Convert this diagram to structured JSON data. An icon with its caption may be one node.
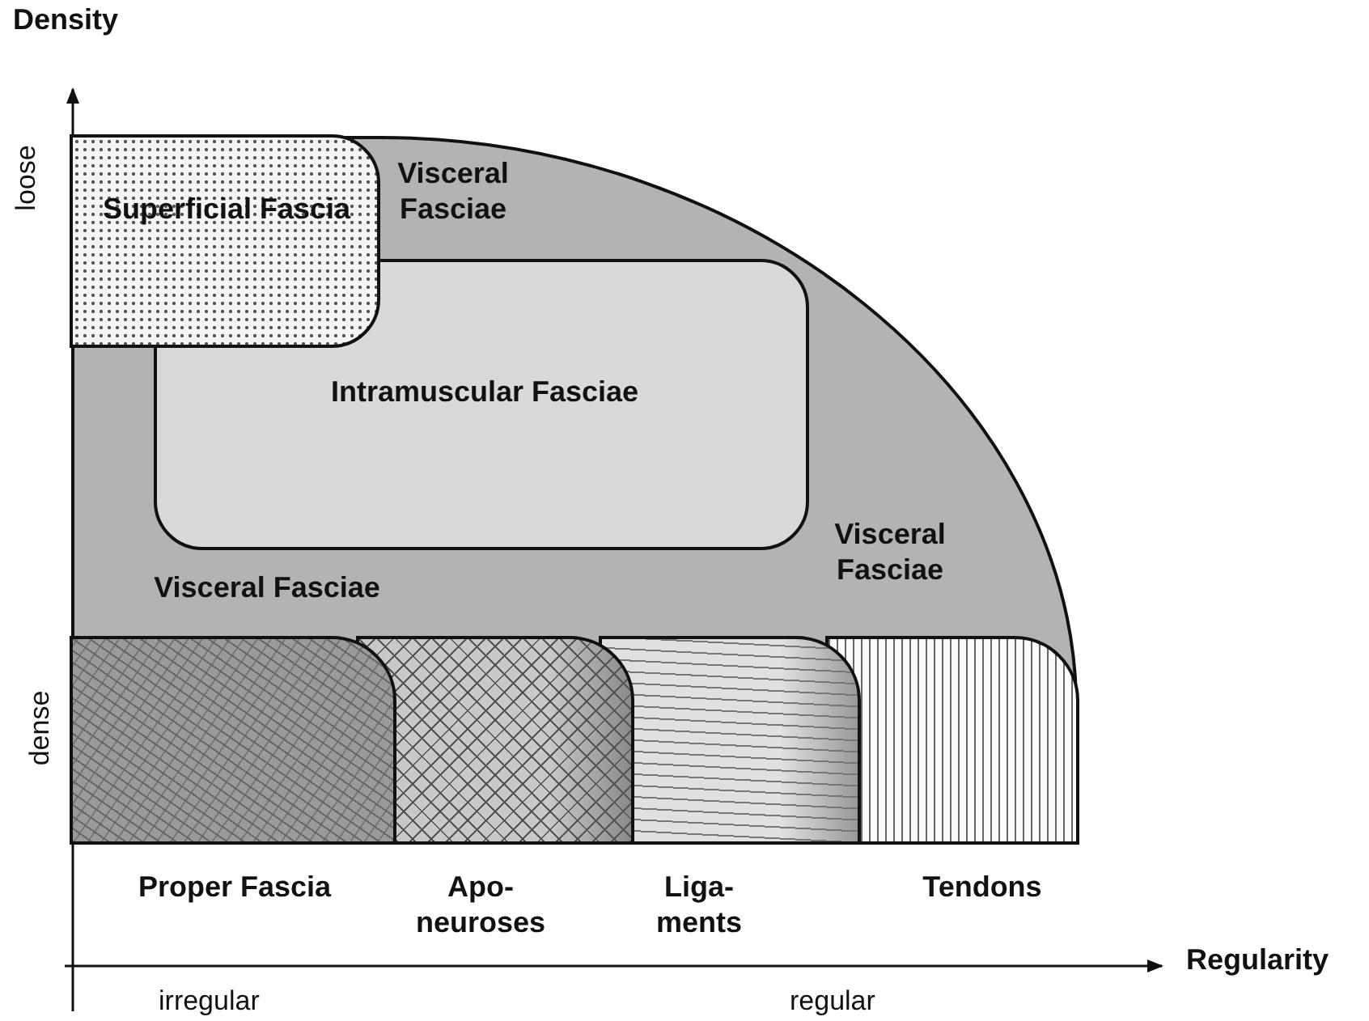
{
  "diagram": {
    "nodes": [
      {
        "text": [
          "Visceral Fasciae",
          "Visceral Fasciae",
          "Visceral Fasciae"
        ]
      },
      {
        "text": [
          "Superficial Fascia"
        ],
        "in": 0
      },
      {
        "text": [
          "Intramuscular Fasciae"
        ],
        "in": 0
      },
      {
        "text": [
          "Proper Fascia"
        ],
        "in": 0
      },
      {
        "text": [
          "Apo- neuroses"
        ],
        "in": 0
      },
      {
        "text": [
          "Liga- ments"
        ],
        "in": 0
      },
      {
        "text": [
          "Tendons"
        ],
        "in": 0
      }
    ],
    "edges": [],
    "labels": [
      "Density",
      "loose",
      "dense",
      "Regularity",
      "irregular",
      "regular"
    ]
  }
}
